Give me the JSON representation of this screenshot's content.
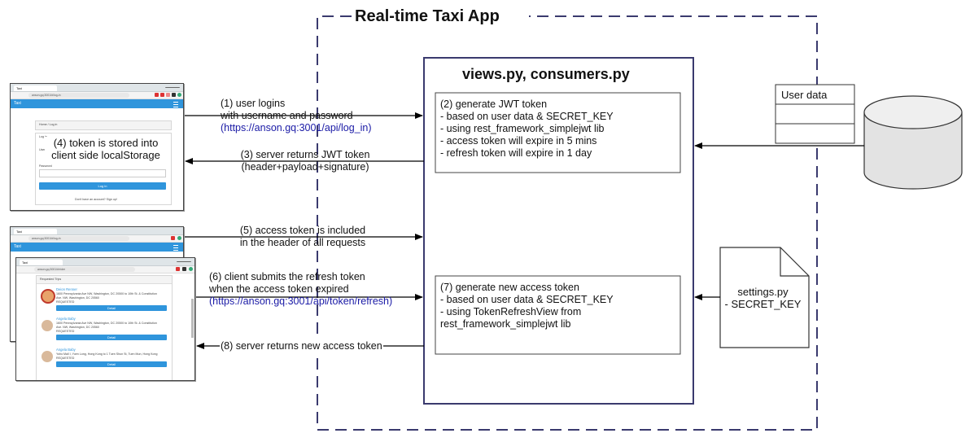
{
  "app_boundary": {
    "title": "Real-time Taxi App"
  },
  "server": {
    "title": "views.py, consumers.py",
    "box1": {
      "lines": [
        "(2) generate JWT token",
        "- based on user data & SECRET_KEY",
        "- using rest_framework_simplejwt lib",
        "- access token will expire in 5 mins",
        "- refresh token will expire in 1 day"
      ]
    },
    "box2": {
      "lines": [
        "(7) generate new access token",
        "- based on user data & SECRET_KEY",
        "- using TokenRefreshView from",
        "rest_framework_simplejwt lib"
      ]
    }
  },
  "user_data": {
    "label": "User data"
  },
  "settings_doc": {
    "line1": "settings.py",
    "line2": "- SECRET_KEY"
  },
  "messages": {
    "m1": {
      "line1": "(1) user logins",
      "line2": "with username and password",
      "link": "(https://anson.gq:3001/api/log_in)"
    },
    "m3": {
      "line1": "(3) server returns JWT token",
      "line2": "(header+payload+signature)"
    },
    "m4": {
      "line1": "(4) token is stored into",
      "line2": "client side localStorage"
    },
    "m5": {
      "line1": "(5) access token is included",
      "line2": "in the header of all requests"
    },
    "m6": {
      "line1": "(6) client submits the refresh token",
      "line2": "when the access token expired",
      "link": "(https://anson.gq:3001/api/token/refresh)"
    },
    "m8": {
      "label": "(8) server returns new access token"
    }
  },
  "login_window": {
    "tab": "Taxi",
    "url": "anson.gq:3001/#/log-in",
    "appbar": "Taxi",
    "breadcrumb": "Home / Log in",
    "card_title": "Log in",
    "username_label": "Username",
    "password_label": "Password",
    "button": "Log in",
    "signup_text": "Don't have an account? Sign up!"
  },
  "back_window": {
    "tab": "Taxi",
    "url": "anson.gq:3001/#/log-in",
    "appbar": "Taxi"
  },
  "trips_window": {
    "tab": "Taxi",
    "url": "anson.gq:3001/#/rider",
    "heading": "Requested Trips",
    "trips": [
      {
        "name": "Deion Renner",
        "address1": "1600 Pennsylvania Ave NW, Washington, DC 20500 to 10th St. & Constitution",
        "address2": "Ave. NW, Washington, DC 20560",
        "status": "REQUESTED",
        "button": "Detail"
      },
      {
        "name": "Angela Baby",
        "address1": "1600 Pennsylvania Ave NW, Washington, DC 20500 to 10th St. & Constitution",
        "address2": "Ave. NW, Washington, DC 20560",
        "status": "REQUESTED",
        "button": "Detail"
      },
      {
        "name": "Angela Baby",
        "address1": "Yoho Mall I, Yuen Long, Hong Kong to 1 Tuen Shun St, Tuen Mun, Hong Kong",
        "address2": "",
        "status": "REQUESTED",
        "button": "Detail"
      }
    ]
  },
  "colors": {
    "server_border": "#3a3a6e",
    "boundary": "#3a3a6e",
    "link": "#1a1aa6",
    "app_blue": "#2f95dc"
  }
}
